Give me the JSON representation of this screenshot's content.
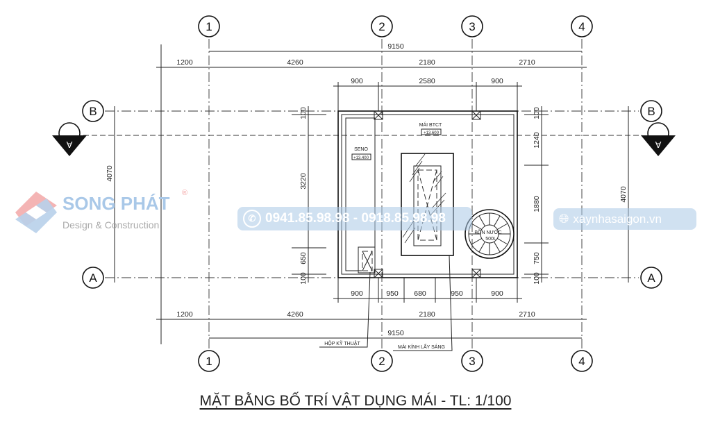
{
  "grid": {
    "columns": [
      "1",
      "2",
      "3",
      "4"
    ],
    "rows": [
      "B",
      "A"
    ],
    "section_mark": "A"
  },
  "dimensions": {
    "top_total": "9150",
    "top_spans": [
      "1200",
      "4260",
      "2180",
      "2710"
    ],
    "top_roof": [
      "900",
      "2580",
      "900"
    ],
    "bottom_roof": [
      "900",
      "950",
      "680",
      "950",
      "900"
    ],
    "bottom_spans": [
      "1200",
      "4260",
      "2180",
      "2710"
    ],
    "bottom_total": "9150",
    "left_total": "4070",
    "left_roof": [
      "100",
      "3220",
      "650",
      "100"
    ],
    "right_roof": [
      "100",
      "1240",
      "1880",
      "750",
      "100"
    ],
    "right_total": "4070"
  },
  "labels": {
    "roof": "MÁI BTCT",
    "roof_level": "+13.600",
    "gutter": "SENO",
    "gutter_level": "+13.400",
    "tank": "BỒN NƯỚC",
    "tank_size": "500L",
    "shaft": "HỘP KỸ THUẬT",
    "skylight": "MÁI KÍNH LẤY SÁNG"
  },
  "title": "MẶT BẰNG BỐ TRÍ VẬT DỤNG MÁI - TL: 1/100",
  "watermark": {
    "brand": "SONG PHÁT",
    "registered": "®",
    "tagline": "Design & Construction",
    "phone": "0941.85.98.98 - 0918.85.98.98",
    "website": "xaynhasaigon.vn",
    "brand_color": "#f4a6a6",
    "accent_color": "#a9c8e8"
  }
}
